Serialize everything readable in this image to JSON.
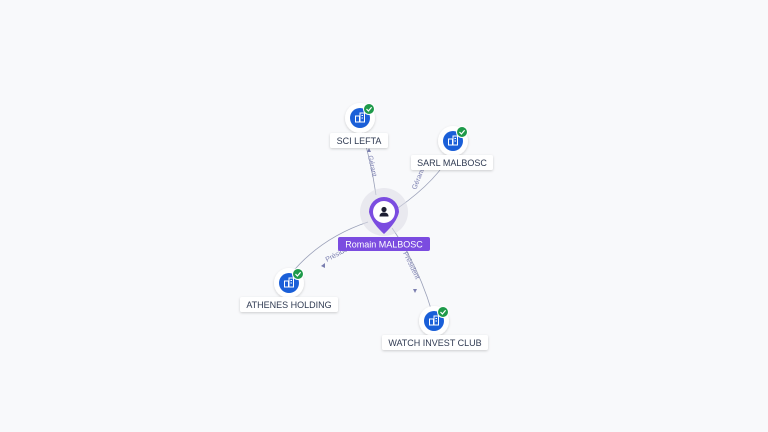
{
  "graph": {
    "center": {
      "name": "Romain MALBOSC",
      "icon": "person-icon",
      "color": "#7b4ce0"
    },
    "companies": [
      {
        "name": "SCI LEFTA",
        "role": "Gérant",
        "icon": "building-icon",
        "badge": "verified-check-icon"
      },
      {
        "name": "SARL MALBOSC",
        "role": "Gérant",
        "icon": "building-icon",
        "badge": "verified-check-icon"
      },
      {
        "name": "ATHENES HOLDING",
        "role": "Président",
        "icon": "building-icon",
        "badge": "verified-check-icon"
      },
      {
        "name": "WATCH INVEST CLUB",
        "role": "Président",
        "icon": "building-icon",
        "badge": "verified-check-icon"
      }
    ],
    "colors": {
      "company_node": "#1a5fd8",
      "badge": "#1e9a4a",
      "edge": "#9aa0b8",
      "edge_label": "#7b7fb0"
    }
  }
}
